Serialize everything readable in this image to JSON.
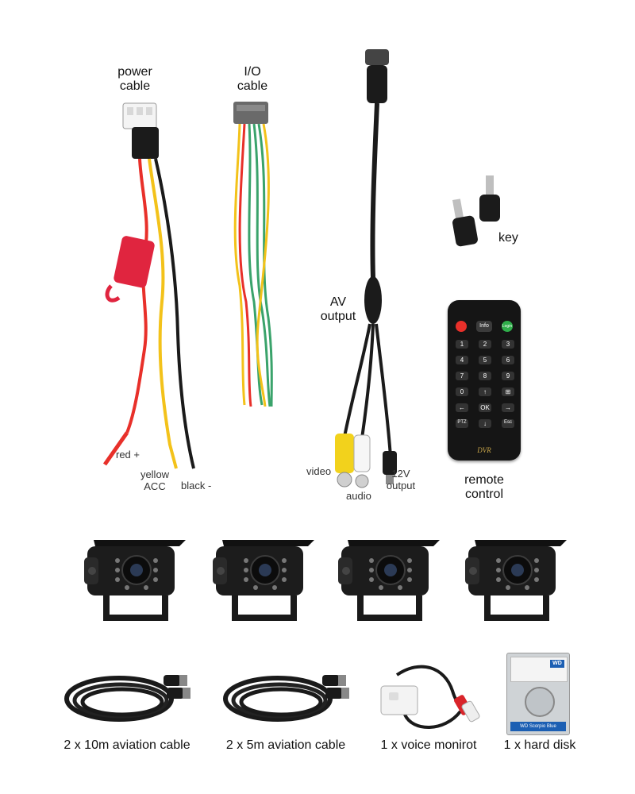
{
  "power_cable": {
    "title_line1": "power",
    "title_line2": "cable",
    "wire_red": "red +",
    "wire_yellow_line1": "yellow",
    "wire_yellow_line2": "ACC",
    "wire_black": "black -"
  },
  "io_cable": {
    "title_line1": "I/O",
    "title_line2": "cable"
  },
  "av_output": {
    "title_line1": "AV",
    "title_line2": "output",
    "video": "video",
    "audio": "audio",
    "dc_line1": "12V",
    "dc_line2": "output"
  },
  "key": {
    "label": "key"
  },
  "remote": {
    "label_line1": "remote",
    "label_line2": "control",
    "brand": "DVR",
    "buttons": {
      "info": "Info",
      "login": "Login",
      "num1": "1",
      "num2": "2",
      "num3": "3",
      "num4": "4",
      "num5": "5",
      "num6": "6",
      "num7": "7",
      "num8": "8",
      "num9": "9",
      "num0": "0",
      "ok": "OK",
      "ptz": "PTZ",
      "esc": "Esc"
    }
  },
  "bottom_items": [
    {
      "label": "2 x 10m aviation cable"
    },
    {
      "label": "2 x 5m aviation cable"
    },
    {
      "label": "1 x voice monirot"
    },
    {
      "label": "1 x hard disk"
    }
  ],
  "hard_disk": {
    "brand": "WD",
    "series": "WD Scorpio Blue"
  },
  "colors": {
    "wire_red": "#e8302a",
    "wire_yellow": "#f3c21a",
    "wire_black": "#1a1a1a",
    "wire_green": "#3aa36b",
    "fuse_red": "#e0253f",
    "rca_yellow": "#f2d21c",
    "rca_red": "#d9242a",
    "hdd_blue": "#1c5fb3"
  }
}
